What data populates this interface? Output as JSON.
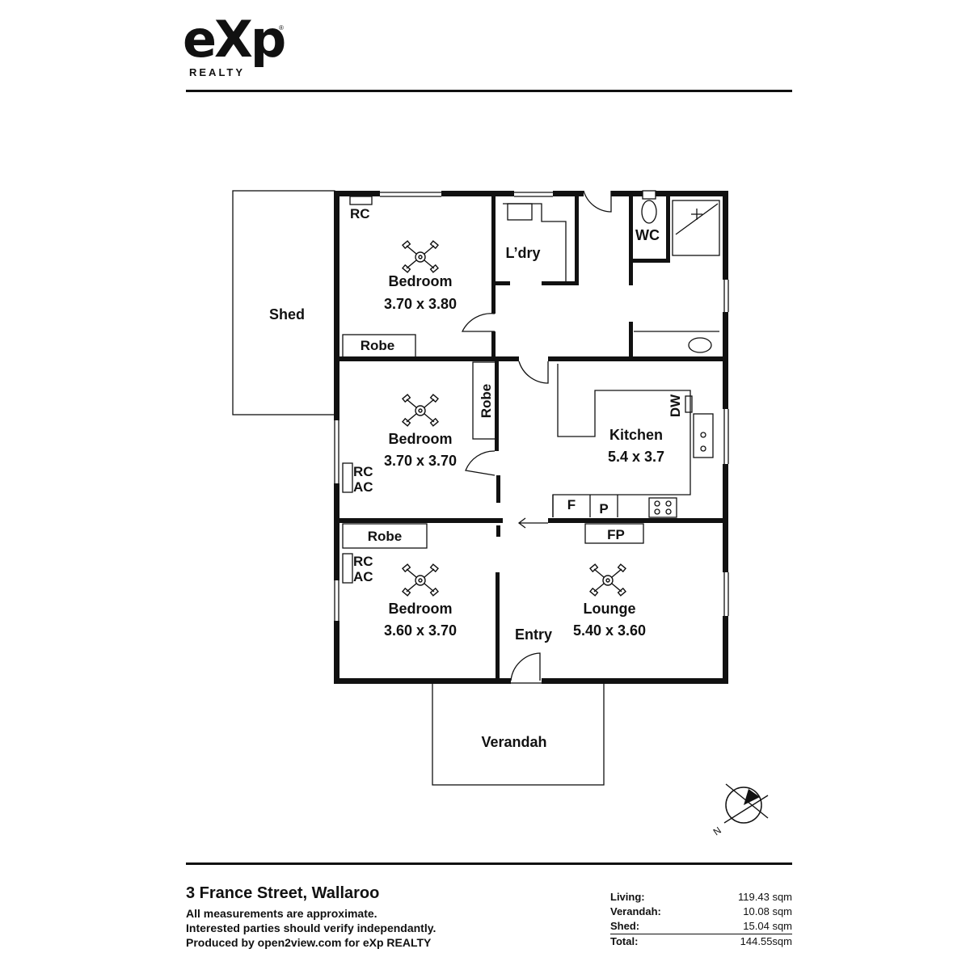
{
  "brand": {
    "name": "eXp",
    "sub": "REALTY",
    "mark": "®"
  },
  "rooms": {
    "shed": "Shed",
    "bedroom1": {
      "name": "Bedroom",
      "size": "3.70 x 3.80"
    },
    "bedroom2": {
      "name": "Bedroom",
      "size": "3.70 x 3.70"
    },
    "bedroom3": {
      "name": "Bedroom",
      "size": "3.60 x 3.70"
    },
    "laundry": "L’dry",
    "wc": "WC",
    "kitchen": {
      "name": "Kitchen",
      "size": "5.4 x 3.7"
    },
    "lounge": {
      "name": "Lounge",
      "size": "5.40 x 3.60"
    },
    "entry": "Entry",
    "verandah": "Verandah"
  },
  "fixtures": {
    "rc": "RC",
    "ac": "AC",
    "robe": "Robe",
    "dw": "DW",
    "f": "F",
    "p": "P",
    "fp": "FP"
  },
  "compass": {
    "label": "N"
  },
  "footer": {
    "address": "3 France Street, Wallaroo",
    "notes": [
      "All measurements are approximate.",
      "Interested parties should verify independantly.",
      "Produced by open2view.com for eXp REALTY"
    ],
    "areas": [
      {
        "label": "Living:",
        "value": "119.43 sqm"
      },
      {
        "label": "Verandah:",
        "value": "10.08 sqm"
      },
      {
        "label": "Shed:",
        "value": "15.04 sqm"
      },
      {
        "label": "Total:",
        "value": "144.55sqm"
      }
    ]
  }
}
